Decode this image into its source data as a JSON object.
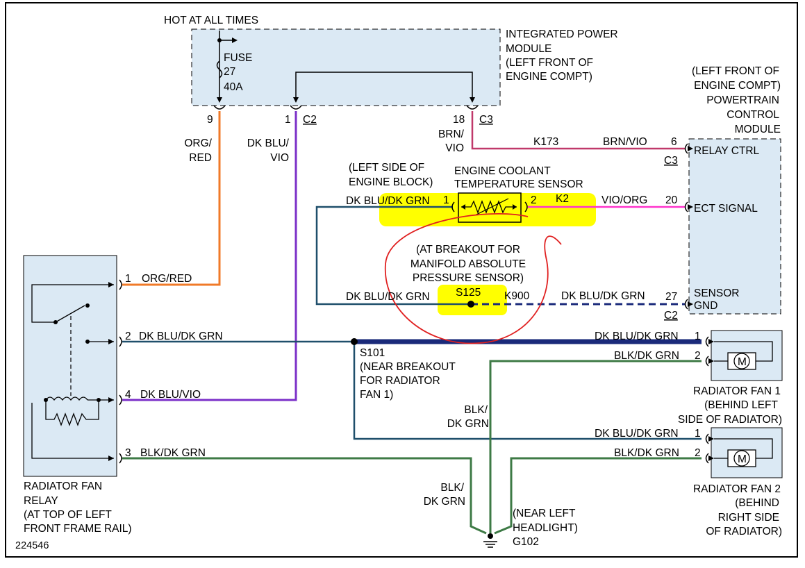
{
  "power": {
    "hot_label": "HOT AT ALL TIMES",
    "fuse_word": "FUSE",
    "fuse_number": "27",
    "fuse_rating": "40A",
    "module_lines": [
      "INTEGRATED POWER",
      "MODULE",
      "(LEFT FRONT OF",
      "ENGINE COMPT)"
    ],
    "pins": {
      "pin9": "9",
      "pin1": "1",
      "pin18": "18"
    },
    "connectors": {
      "c2": "C2",
      "c3": "C3"
    }
  },
  "pcm": {
    "title_lines": [
      "(LEFT FRONT OF",
      "ENGINE COMPT)",
      "POWERTRAIN",
      "CONTROL",
      "MODULE"
    ],
    "relay_ctrl": "RELAY CTRL",
    "ect_signal": "ECT SIGNAL",
    "sensor_gnd_lines": [
      "SENSOR",
      "GND"
    ],
    "pin6": "6",
    "pin20": "20",
    "pin27": "27",
    "c3": "C3",
    "c2": "C2"
  },
  "wires": {
    "org_red_lines": [
      "ORG/",
      "RED"
    ],
    "dkblu_vio_lines": [
      "DK BLU/",
      "VIO"
    ],
    "brn_vio_lines": [
      "BRN/",
      "VIO"
    ],
    "k173": "K173",
    "brn_vio": "BRN/VIO",
    "k2": "K2",
    "vio_org": "VIO/ORG",
    "dkblu_dkgrn": "DK BLU/DK GRN",
    "k900": "K900",
    "blk_dkgrn": "BLK/DK GRN",
    "blk_dkgrn_lines": [
      "BLK/",
      "DK GRN"
    ]
  },
  "ect_sensor": {
    "location_lines": [
      "(LEFT SIDE OF",
      "ENGINE BLOCK)"
    ],
    "title_lines": [
      "ENGINE COOLANT",
      "TEMPERATURE SENSOR"
    ],
    "pin1": "1",
    "pin2": "2"
  },
  "splice_s125": {
    "lines": [
      "(AT BREAKOUT FOR",
      "MANIFOLD ABSOLUTE",
      "PRESSURE SENSOR)"
    ],
    "id": "S125"
  },
  "splice_s101": {
    "id": "S101",
    "lines": [
      "(NEAR BREAKOUT",
      "FOR RADIATOR",
      "FAN 1)"
    ]
  },
  "relay": {
    "pin1": "1",
    "pin2": "2",
    "pin4": "4",
    "pin3": "3",
    "w_org_red": "ORG/RED",
    "w_dkblu_dkgrn": "DK BLU/DK GRN",
    "w_dkblu_vio": "DK BLU/VIO",
    "w_blk_dkgrn": "BLK/DK GRN",
    "label_lines": [
      "RADIATOR FAN",
      "RELAY",
      "(AT TOP OF LEFT",
      "FRONT FRAME RAIL)"
    ]
  },
  "fan1": {
    "pin1": "1",
    "pin2": "2",
    "motor": "M",
    "label_lines": [
      "RADIATOR FAN 1",
      "(BEHIND LEFT",
      "SIDE OF RADIATOR)"
    ]
  },
  "fan2": {
    "pin1": "1",
    "pin2": "2",
    "motor": "M",
    "label_lines": [
      "RADIATOR FAN 2",
      "(BEHIND",
      "RIGHT SIDE",
      "OF RADIATOR)"
    ]
  },
  "ground": {
    "lines": [
      "(NEAR LEFT",
      "HEADLIGHT)"
    ],
    "id": "G102"
  },
  "figure_number": "224546",
  "colors": {
    "org_red": "#f07a28",
    "violet": "#7b2fc8",
    "dk_blu_grn": "#1f4f6b",
    "brn_vio": "#c0396a",
    "magenta": "#ff33cc",
    "red": "#ff2222",
    "navy": "#1a2a7a",
    "blk_grn": "#3d7a45",
    "module_fill": "#dbe9f4",
    "highlight": "#ffff00",
    "annotation": "#e02020"
  }
}
